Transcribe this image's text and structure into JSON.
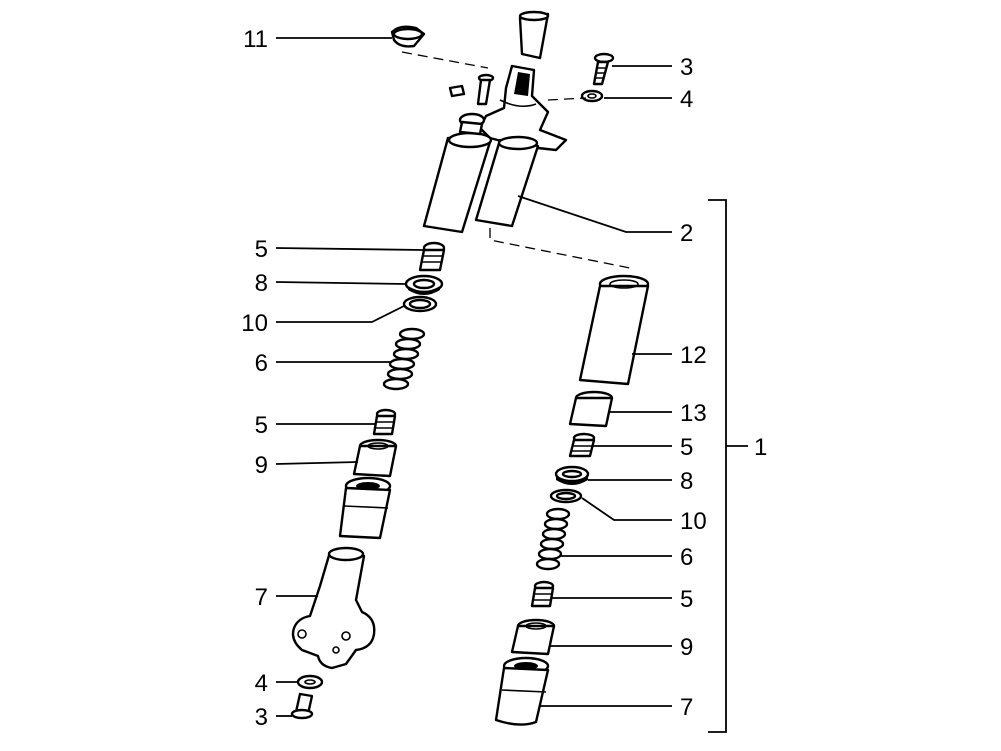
{
  "callouts": {
    "c11": "11",
    "c3_top": "3",
    "c4_top": "4",
    "c2": "2",
    "c1": "1",
    "c5_l1": "5",
    "c8_l": "8",
    "c10_l": "10",
    "c6_l": "6",
    "c5_l2": "5",
    "c9_l": "9",
    "c7_l": "7",
    "c4_bot": "4",
    "c3_bot": "3",
    "c12": "12",
    "c13": "13",
    "c5_r1": "5",
    "c8_r": "8",
    "c10_r": "10",
    "c6_r": "6",
    "c5_r2": "5",
    "c9_r": "9",
    "c7_r": "7"
  }
}
